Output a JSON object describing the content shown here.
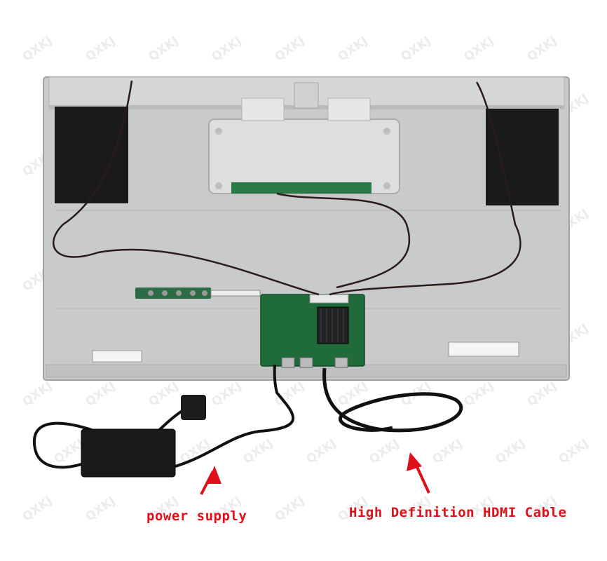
{
  "captions": {
    "power": "power supply",
    "hdmi": "High Definition HDMI Cable"
  },
  "watermark": "QXKJ",
  "colors": {
    "caption_text": "#e0101a",
    "arrow": "#e0101a",
    "panel_metal": "#c9cbcc",
    "pcb_green": "#1f6b3a",
    "cable": "#111111"
  }
}
